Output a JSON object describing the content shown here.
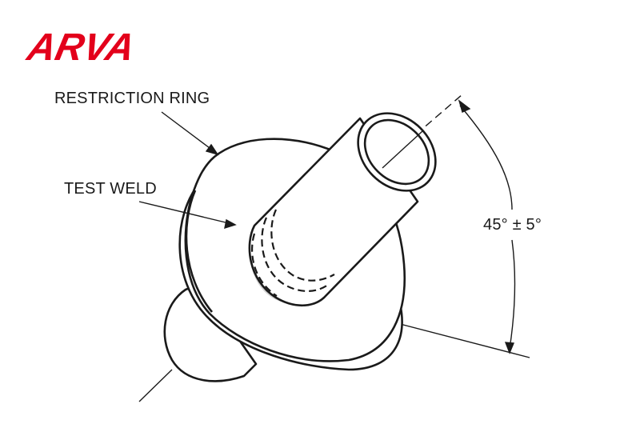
{
  "logo": {
    "text": "ARVA",
    "color": "#e3001b"
  },
  "labels": {
    "restriction_ring": "RESTRICTION RING",
    "test_weld": "TEST WELD",
    "angle": "45° ± 5°"
  },
  "colors": {
    "line": "#1a1a1a",
    "weld_fill": "#d4d4d4",
    "background": "#ffffff"
  }
}
